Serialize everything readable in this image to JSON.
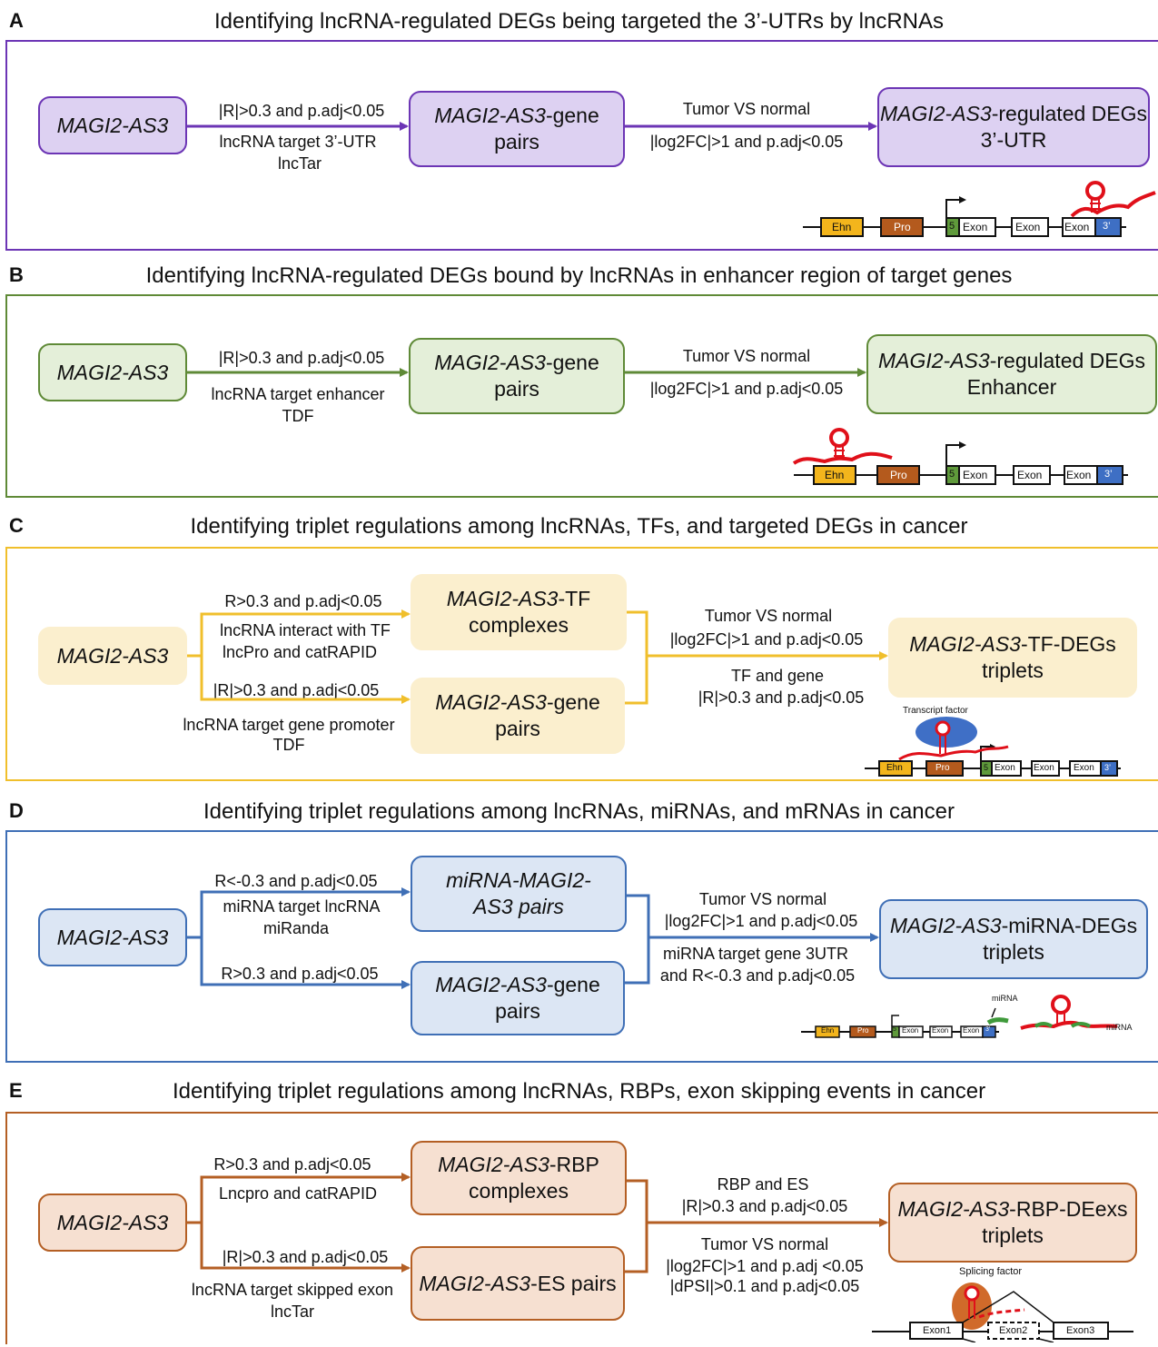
{
  "panels": [
    {
      "letter": "A",
      "title": "Identifying lncRNA-regulated DEGs being targeted the 3’-UTRs by lncRNAs",
      "source": "MAGI2-AS3",
      "middle": {
        "italic": "MAGI2-AS3",
        "rest": "-gene pairs"
      },
      "target": {
        "italic": "MAGI2-AS3",
        "rest": "-regulated DEGs 3’-UTR"
      },
      "edge1_above": "|R|>0.3 and p.adj<0.05",
      "edge1_below": [
        "lncRNA target 3’-UTR",
        "lncTar"
      ],
      "edge2_above": "Tumor VS normal",
      "edge2_below": "|log2FC|>1 and p.adj<0.05",
      "gene_labels": [
        "Ehn",
        "Pro",
        "5",
        "Exon",
        "Exon",
        "Exon",
        "3’"
      ]
    },
    {
      "letter": "B",
      "title": "Identifying lncRNA-regulated DEGs bound by lncRNAs in enhancer region of target genes",
      "source": "MAGI2-AS3",
      "middle": {
        "italic": "MAGI2-AS3",
        "rest": "-gene pairs"
      },
      "target": {
        "italic": "MAGI2-AS3",
        "rest": "-regulated DEGs Enhancer"
      },
      "edge1_above": "|R|>0.3 and p.adj<0.05",
      "edge1_below": [
        "lncRNA target enhancer",
        "TDF"
      ],
      "edge2_above": "Tumor VS normal",
      "edge2_below": "|log2FC|>1 and p.adj<0.05",
      "gene_labels": [
        "Ehn",
        "Pro",
        "5",
        "Exon",
        "Exon",
        "Exon",
        "3’"
      ]
    },
    {
      "letter": "C",
      "title": "Identifying triplet regulations among lncRNAs, TFs, and targeted DEGs in cancer",
      "source": "MAGI2-AS3",
      "upper": {
        "italic": "MAGI2-AS3",
        "rest": "-TF complexes"
      },
      "lower": {
        "italic": "MAGI2-AS3",
        "rest": "-gene pairs"
      },
      "target": {
        "italic": "MAGI2-AS3",
        "rest": "-TF-DEGs triplets"
      },
      "upper_above": "R>0.3 and p.adj<0.05",
      "upper_below": [
        "lncRNA interact with TF",
        "lncPro and catRAPID"
      ],
      "lower_above": "|R|>0.3 and p.adj<0.05",
      "lower_below": [
        "lncRNA target gene promoter",
        "TDF"
      ],
      "merge_above": [
        "Tumor VS normal",
        "|log2FC|>1 and p.adj<0.05"
      ],
      "merge_below": [
        "TF and gene",
        "|R|>0.3 and p.adj<0.05"
      ],
      "factor_label": "Transcript factor",
      "gene_labels": [
        "Ehn",
        "Pro",
        "5",
        "Exon",
        "Exon",
        "Exon",
        "3’"
      ]
    },
    {
      "letter": "D",
      "title": "Identifying triplet regulations among lncRNAs, miRNAs, and mRNAs in cancer",
      "source": "MAGI2-AS3",
      "upper": {
        "italic_full": "miRNA-MAGI2-AS3 pairs"
      },
      "lower": {
        "italic": "MAGI2-AS3",
        "rest": "-gene pairs"
      },
      "target": {
        "italic": "MAGI2-AS3",
        "rest": "-miRNA-DEGs triplets"
      },
      "upper_above": "R<-0.3 and p.adj<0.05",
      "upper_below": [
        "miRNA target lncRNA",
        "miRanda"
      ],
      "lower_above": "R>0.3 and p.adj<0.05",
      "merge_above": [
        "Tumor VS normal",
        "|log2FC|>1 and p.adj<0.05"
      ],
      "merge_below": [
        "miRNA target gene 3UTR",
        "and R<-0.3 and p.adj<0.05"
      ],
      "mirna_label_1": "miRNA",
      "mirna_label_2": "miRNA",
      "gene_labels": [
        "Ehn",
        "Pro",
        "5",
        "Exon",
        "Exon",
        "Exon",
        "3’"
      ]
    },
    {
      "letter": "E",
      "title": "Identifying triplet regulations among lncRNAs, RBPs, exon skipping events in cancer",
      "source": "MAGI2-AS3",
      "upper": {
        "italic": "MAGI2-AS3",
        "rest": "-RBP complexes"
      },
      "lower": {
        "italic": "MAGI2-AS3",
        "rest": "-ES pairs"
      },
      "target": {
        "italic": "MAGI2-AS3",
        "rest": "-RBP-DEexs triplets"
      },
      "upper_above": "R>0.3 and p.adj<0.05",
      "upper_below": [
        "Lncpro and catRAPID"
      ],
      "lower_above": "|R|>0.3 and p.adj<0.05",
      "lower_below": [
        "lncRNA target skipped exon",
        "lncTar"
      ],
      "merge_above": [
        "RBP and ES",
        "|R|>0.3 and p.adj<0.05"
      ],
      "merge_below": [
        "Tumor VS normal",
        "|log2FC|>1 and p.adj <0.05",
        "|dPSI|>0.1 and p.adj<0.05"
      ],
      "factor_label": "Splicing factor",
      "exon_labels": [
        "Exon1",
        "Exon2",
        "Exon3"
      ]
    }
  ],
  "colors": {
    "A": {
      "border": "#6c35b5",
      "fill": "#ddd1f2",
      "line": "#6c35b5"
    },
    "B": {
      "border": "#5f8a37",
      "fill": "#e4efd9",
      "line": "#5f8a37"
    },
    "C": {
      "border": "#f0bf2c",
      "fill": "#fbefce",
      "line": "#f0bf2c"
    },
    "D": {
      "border": "#3f6fb6",
      "fill": "#dce6f4",
      "line": "#3f6fb6"
    },
    "E": {
      "border": "#b45f24",
      "fill": "#f6e0d1",
      "line": "#b45f24"
    },
    "ehn": "#f3b51c",
    "pro": "#b45a1d",
    "five": "#5f9a3b",
    "three": "#3e6fc4",
    "rna": "#e0101a",
    "tf": "#3f6fc6",
    "sf": "#d06a2a"
  }
}
